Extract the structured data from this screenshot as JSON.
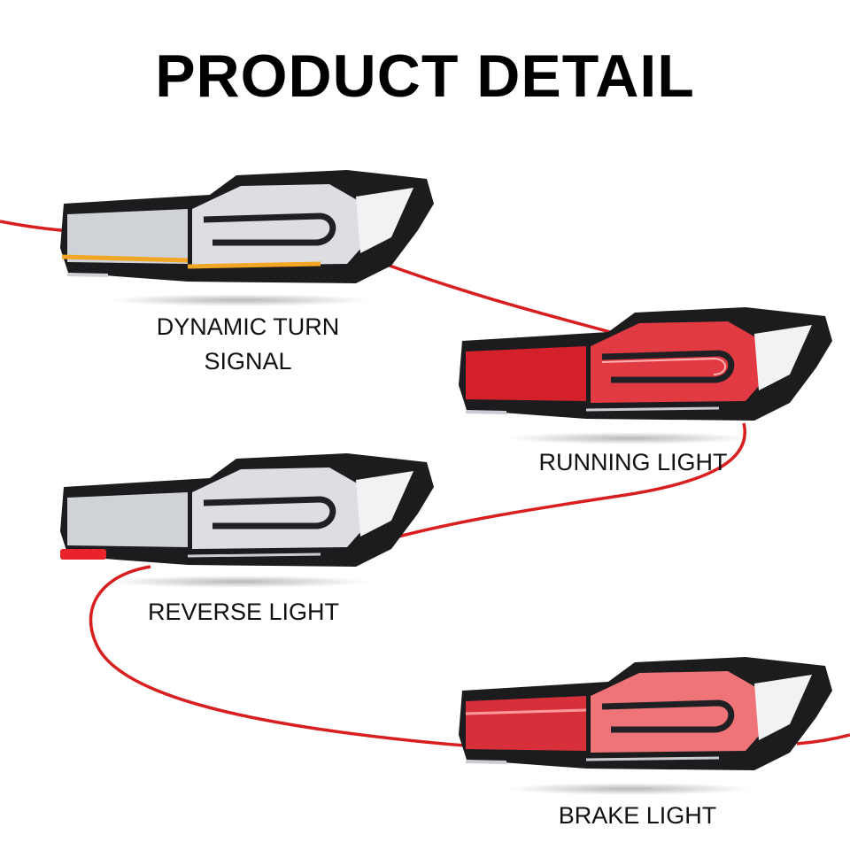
{
  "header": {
    "title": "PRODUCT DETAIL"
  },
  "colors": {
    "wire": "#d81e1e",
    "housing": "#1c1c1f",
    "lens_clear": "#d9dbde",
    "lens_red": "#d4202a",
    "amber": "#f2a623",
    "reverse_red": "#e8232a"
  },
  "features": [
    {
      "label_line1": "DYNAMIC TURN",
      "label_line2": "SIGNAL",
      "mode": "dynamic-turn"
    },
    {
      "label_line1": "RUNNING LIGHT",
      "label_line2": "",
      "mode": "running"
    },
    {
      "label_line1": "REVERSE LIGHT",
      "label_line2": "",
      "mode": "reverse"
    },
    {
      "label_line1": "BRAKE LIGHT",
      "label_line2": "",
      "mode": "brake"
    }
  ]
}
